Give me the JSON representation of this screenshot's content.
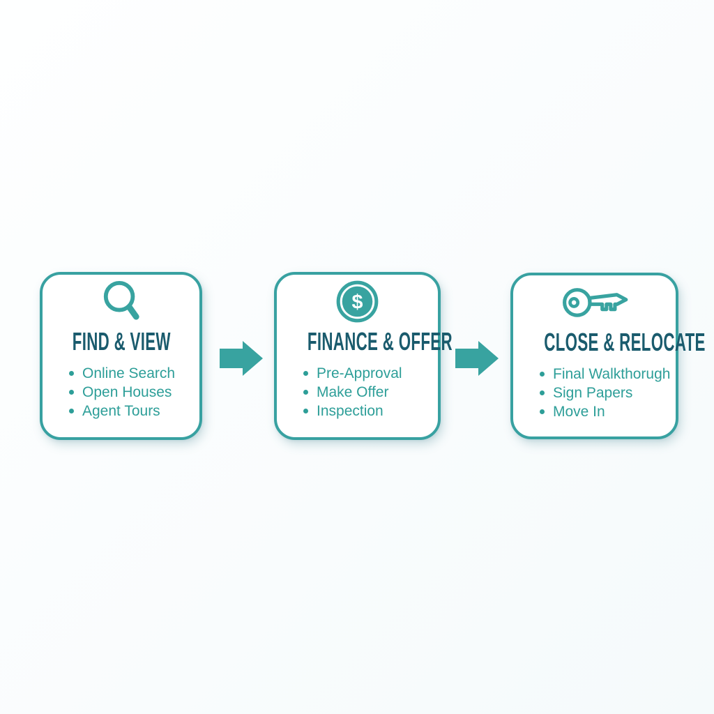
{
  "diagram": {
    "type": "process-flow",
    "colors": {
      "accent_teal": "#38a3a0",
      "card_border": "#38a1a1",
      "title_dark_teal": "#1a5b6d",
      "bullet_teal": "#2d9e98",
      "background": "#fbfdfe",
      "card_background": "#ffffff"
    },
    "arrow_icon": "right-arrow-icon",
    "steps": [
      {
        "icon": "magnifier-icon",
        "title": "FIND & VIEW",
        "items": [
          "Online Search",
          "Open Houses",
          "Agent Tours"
        ]
      },
      {
        "icon": "dollar-coin-icon",
        "title": "FINANCE & OFFER",
        "items": [
          "Pre-Approval",
          "Make Offer",
          "Inspection"
        ]
      },
      {
        "icon": "key-icon",
        "title": "CLOSE & RELOCATE",
        "items": [
          "Final Walkthorugh",
          "Sign Papers",
          "Move In"
        ]
      }
    ]
  }
}
